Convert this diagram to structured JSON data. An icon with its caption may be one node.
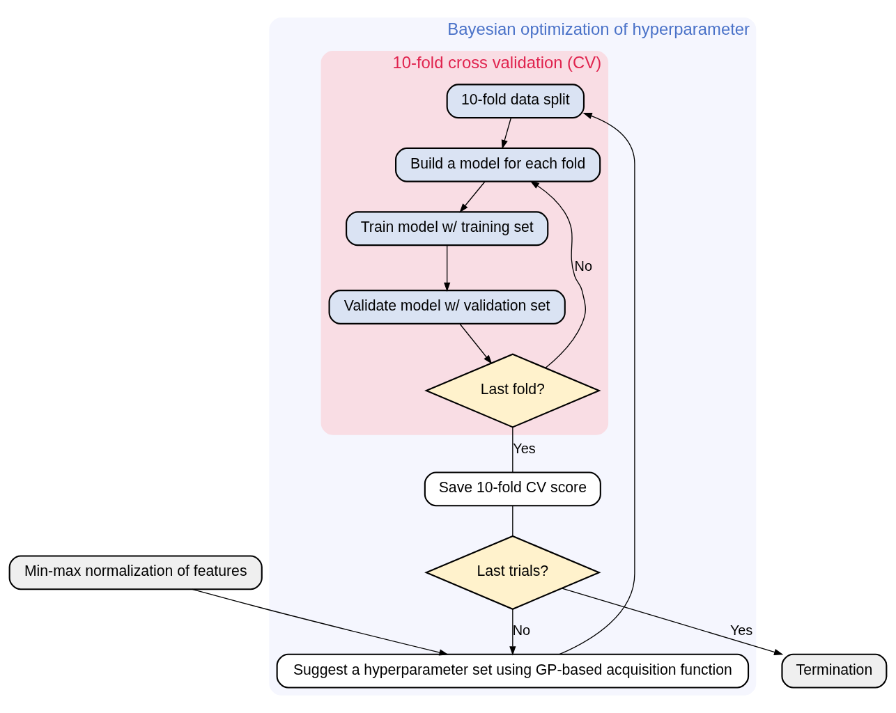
{
  "diagram": {
    "nodes": [
      {
        "text": [
          "Bayesian optimization of hyperparameter"
        ]
      },
      {
        "text": [
          "Termination"
        ]
      },
      {
        "text": [
          "Min-max normalization of features"
        ]
      },
      {
        "text": [
          "Last trials?"
        ],
        "in": 0
      },
      {
        "text": [
          "Suggest a hyperparameter set using GP-based acquisition function"
        ],
        "in": 0
      },
      {
        "text": [
          "10-fold cross validation (CV)"
        ],
        "in": 0
      },
      {
        "text": [
          "10-fold data split"
        ],
        "in": 5
      },
      {
        "text": [
          "Build a model for each fold"
        ],
        "in": 5
      },
      {
        "text": [
          "Train model w/ training set"
        ],
        "in": 5
      },
      {
        "text": [
          "Validate model w/ validation set"
        ],
        "in": 5
      },
      {
        "text": [
          "Last fold?"
        ],
        "in": 5
      },
      {
        "text": [
          "Save 10-fold CV score"
        ],
        "in": 0
      }
    ],
    "edges": [
      {
        "from": 3,
        "to": 1,
        "arrow": "to",
        "label": "Yes"
      },
      {
        "from": 3,
        "to": 4,
        "arrow": "to",
        "label": "No"
      },
      {
        "from": 2,
        "to": 4,
        "arrow": "to"
      },
      {
        "from": 4,
        "to": 6,
        "arrow": "to"
      },
      {
        "from": 6,
        "to": 7,
        "arrow": "to"
      },
      {
        "from": 7,
        "to": 8,
        "arrow": "to"
      },
      {
        "from": 8,
        "to": 9,
        "arrow": "to"
      },
      {
        "from": 9,
        "to": 10,
        "arrow": "to"
      },
      {
        "from": 10,
        "to": 11,
        "arrow": "none",
        "label": "Yes"
      },
      {
        "from": 10,
        "to": 7,
        "arrow": "to",
        "label": "No"
      },
      {
        "from": 11,
        "to": 3,
        "arrow": "none"
      }
    ]
  }
}
